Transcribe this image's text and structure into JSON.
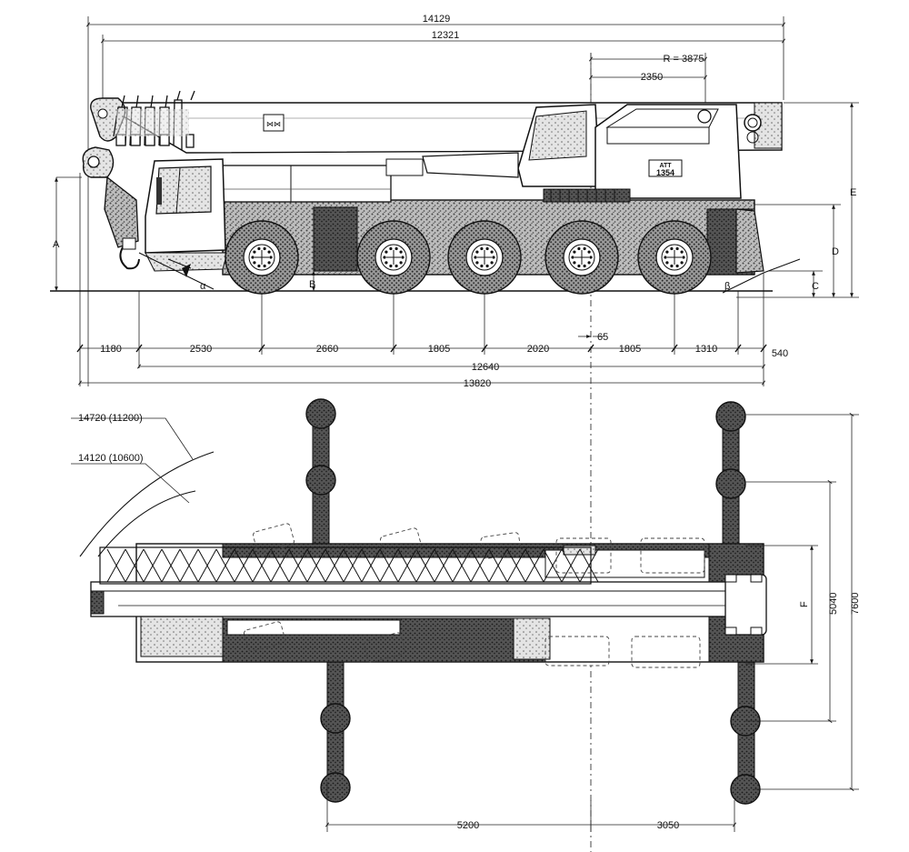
{
  "model": {
    "line1": "ATT",
    "line2": "1354"
  },
  "side_view": {
    "top_dims": {
      "overall": "14129",
      "boom": "12321",
      "radius": "R = 3875",
      "offset": "2350"
    },
    "bottom_dims": [
      "1180",
      "2530",
      "2660",
      "1805",
      "2020",
      "1805",
      "1310",
      "540"
    ],
    "center_offset": "65",
    "chassis_length": "12640",
    "total_length": "13820",
    "letters": {
      "A": "A",
      "B": "B",
      "C": "C",
      "D": "D",
      "E": "E",
      "alpha": "α",
      "beta": "β"
    }
  },
  "top_view": {
    "turning_outer": "14720 (11200)",
    "turning_inner": "14120 (10600)",
    "outrigger_width_inner": "5040",
    "outrigger_width_outer": "7600",
    "letter_F": "F",
    "outrigger_base_front": "5200",
    "outrigger_base_rear": "3050"
  }
}
